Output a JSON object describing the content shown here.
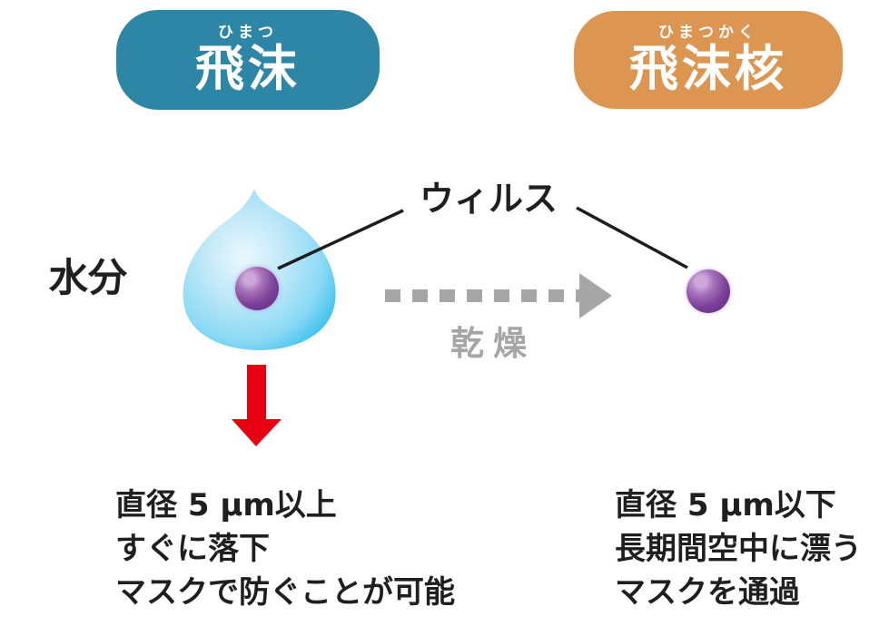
{
  "badges": {
    "left": {
      "furigana": "ひまつ",
      "label": "飛沫"
    },
    "right": {
      "furigana": "ひまつかく",
      "label": "飛沫核"
    }
  },
  "labels": {
    "moisture": "水分",
    "virus": "ウィルス",
    "drying": "乾燥"
  },
  "notes": {
    "left": {
      "lines": [
        "直径 5 μm以上",
        "すぐに落下",
        "マスクで防ぐことが可能"
      ]
    },
    "right": {
      "lines": [
        "直径 5 μm以下",
        "長期間空中に漂う",
        "マスクを通過"
      ]
    }
  },
  "colors": {
    "badge_left_bg": "#2e86a6",
    "badge_right_bg": "#dd9552",
    "droplet_core": "#eaf8fd",
    "droplet_mid": "#bfe8f8",
    "droplet_deep": "#8cdaf5",
    "droplet_edge": "#2fbcec",
    "virus_highlight": "#cda7d8",
    "virus_mid": "#a672b9",
    "virus_purple": "#7b3f98",
    "virus_dark": "#5e2a80",
    "arrow_red": "#e60012",
    "arrow_gray": "#a6a6a6",
    "line_black": "#1d1d1d",
    "text_dark": "#1f1f1f"
  }
}
